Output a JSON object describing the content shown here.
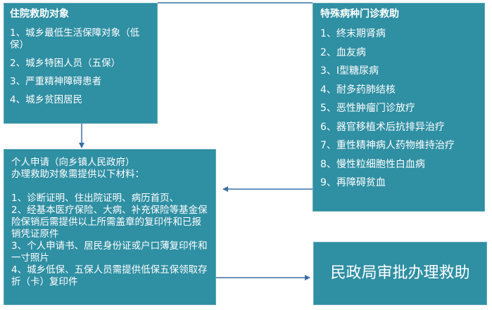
{
  "inpatient": {
    "title": "住院救助对象",
    "items": [
      "1、城乡最低生活保障对象（低保）",
      "2、城乡特困人员（五保）",
      "3、严重精神障碍患者",
      "4、城乡贫困居民"
    ]
  },
  "special": {
    "title": "特殊病种门诊救助",
    "items": [
      "1、终末期肾病",
      "2、血友病",
      "3、Ⅰ型糖尿病",
      "4、耐多药肺结核",
      "5、恶性肿瘤门诊放疗",
      "6、器官移植术后抗排异治疗",
      "7、重性精神病人药物维持治疗",
      "8、慢性粒细胞性白血病",
      "9、再障碍贫血"
    ]
  },
  "apply": {
    "line1": "个人申请（向乡镇人民政府）",
    "line2": "办理救助对象需提供以下材料：",
    "items": [
      "1、诊断证明、住出院证明、病历首页、",
      "2、经基本医疗保险、大病、补充保险等基金保险保销后需提供以上所需盖章的复印件和已报销凭证原件",
      "3、个人申请书、居民身份证或户口薄复印件和一寸照片",
      "4、城乡低保、五保人员需提供低保五保领取存折（卡）复印件"
    ]
  },
  "approval": {
    "text": "民政局审批办理救助"
  },
  "colors": {
    "box_fill": "#2f8fa3",
    "arrow": "#3a6ea5",
    "text": "#ffffff"
  }
}
